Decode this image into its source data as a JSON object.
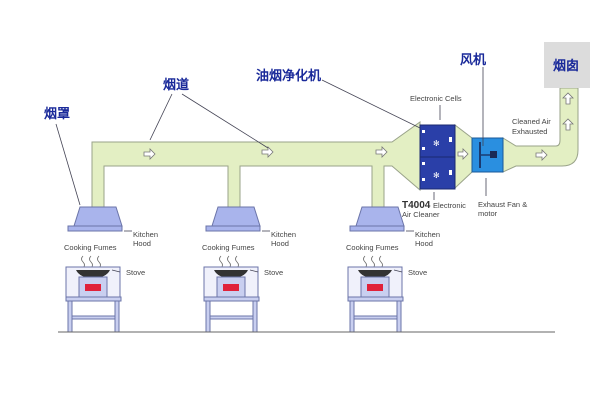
{
  "labels": {
    "hood_cn": "烟罩",
    "duct_cn": "烟道",
    "purifier_cn": "油烟净化机",
    "fan_cn": "风机",
    "chimney_cn": "烟囱",
    "electronic_cells": "Electronic Cells",
    "cleaned_air_1": "Cleaned Air",
    "cleaned_air_2": "Exhausted",
    "model": "T4004",
    "cleaner_1": "Electronic",
    "cleaner_2": "Air Cleaner",
    "fan_motor_1": "Exhaust Fan &",
    "fan_motor_2": "motor"
  },
  "stations": [
    {
      "hood_1": "Kitchen",
      "hood_2": "Hood",
      "fumes": "Cooking Fumes",
      "stove": "Stove"
    },
    {
      "hood_1": "Kitchen",
      "hood_2": "Hood",
      "fumes": "Cooking Fumes",
      "stove": "Stove"
    },
    {
      "hood_1": "Kitchen",
      "hood_2": "Hood",
      "fumes": "Cooking Fumes",
      "stove": "Stove"
    }
  ],
  "colors": {
    "duct": "#e3efc3",
    "cleaner": "#2a3fa8",
    "fan": "#2a8fe0",
    "chimney": "#dcdcdc",
    "hood": "#a9b4ec"
  }
}
